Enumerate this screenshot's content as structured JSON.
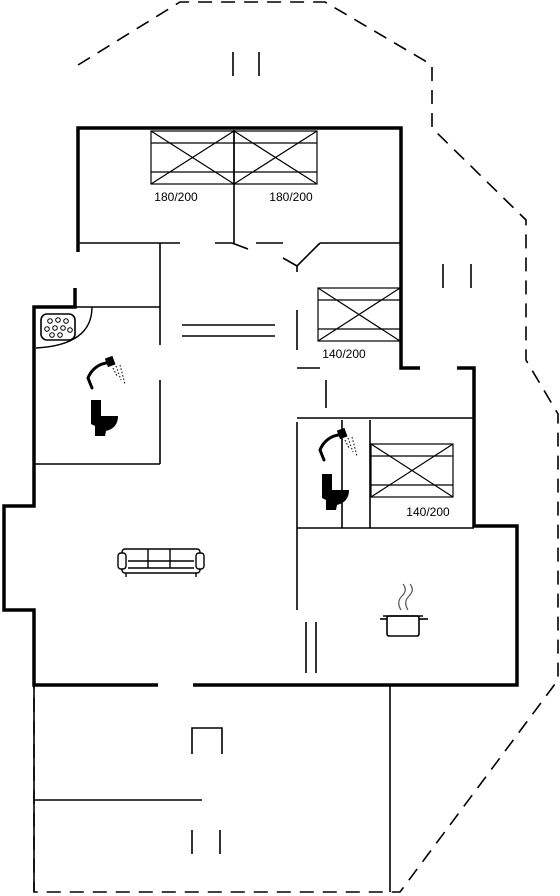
{
  "colors": {
    "wall": "#000000",
    "background": "#ffffff"
  },
  "beds": [
    {
      "label": "180/200"
    },
    {
      "label": "180/200"
    },
    {
      "label": "140/200"
    },
    {
      "label": "140/200"
    }
  ],
  "icons": [
    "bed-icon",
    "jacuzzi-icon",
    "shower-icon",
    "toilet-icon",
    "sofa-icon",
    "cooking-pot-icon"
  ]
}
